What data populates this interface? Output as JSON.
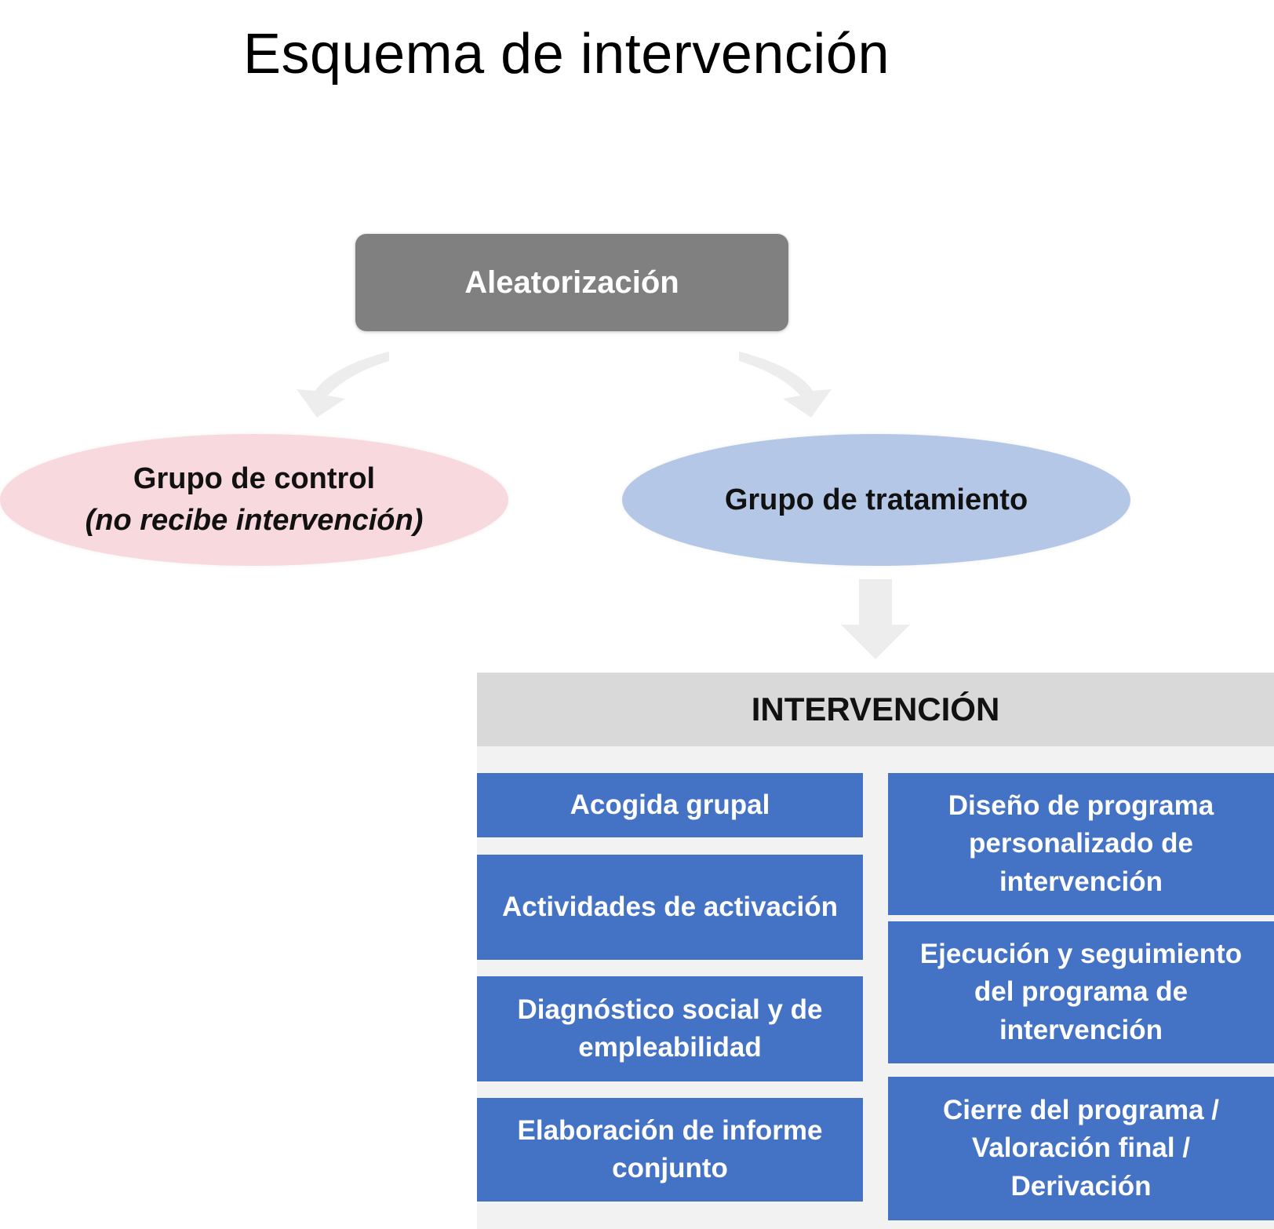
{
  "title": "Esquema de intervención",
  "randomization": {
    "label": "Aleatorización"
  },
  "groups": {
    "control": {
      "label": "Grupo de control",
      "note": "(no recibe intervención)"
    },
    "treatment": {
      "label": "Grupo de tratamiento"
    }
  },
  "intervention": {
    "header": "INTERVENCIÓN",
    "left_steps": [
      "Acogida grupal",
      "Actividades de activación",
      "Diagnóstico social y de empleabilidad",
      "Elaboración de informe conjunto"
    ],
    "right_steps": [
      "Diseño de programa personalizado de intervención",
      "Ejecución y seguimiento del programa de intervención",
      "Cierre del programa / Valoración final / Derivación"
    ]
  },
  "colors": {
    "randomization_box": "#808080",
    "control_ellipse": "#F8D9DE",
    "treatment_ellipse": "#B4C7E7",
    "arrow": "#EDEDED",
    "panel_header": "#D9D9D9",
    "panel_body": "#F2F2F2",
    "step_box": "#4472C4"
  }
}
